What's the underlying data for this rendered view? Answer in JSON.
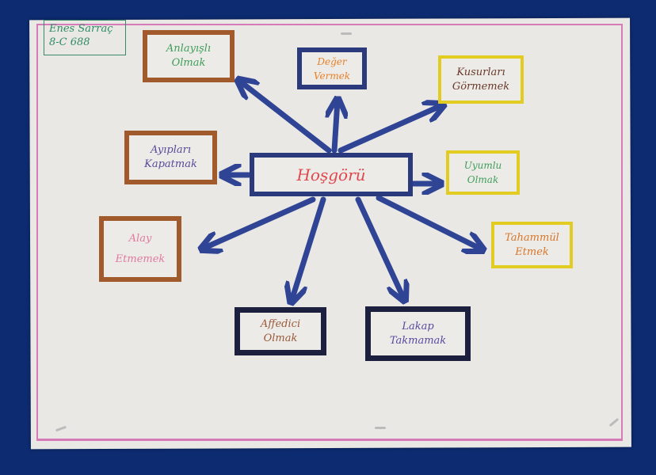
{
  "author": {
    "name": "Enes Sarraç",
    "class": "8-C 688"
  },
  "center": {
    "label": "Hoşgörü",
    "color": "#e0484f"
  },
  "nodes": [
    {
      "lines": [
        "Anlayışlı",
        "Olmak"
      ],
      "color": "#3f9e5a"
    },
    {
      "lines": [
        "Değer",
        "Vermek"
      ],
      "color": "#e8802a"
    },
    {
      "lines": [
        "Kusurları",
        "Görmemek"
      ],
      "color": "#6a3a2a"
    },
    {
      "lines": [
        "Ayıpları",
        "Kapatmak"
      ],
      "color": "#5a4a9a"
    },
    {
      "lines": [
        "Uyumlu",
        "Olmak"
      ],
      "color": "#3f9e5a"
    },
    {
      "lines": [
        "Alay",
        "Etmemek"
      ],
      "color": "#e07aa0"
    },
    {
      "lines": [
        "Tahammül",
        "Etmek"
      ],
      "color": "#d9762a"
    },
    {
      "lines": [
        "Affedici",
        "Olmak"
      ],
      "color": "#9a5a3a"
    },
    {
      "lines": [
        "Lakap",
        "Takmamak"
      ],
      "color": "#5a4aa0"
    }
  ],
  "colors": {
    "arrow": "#2f4494",
    "background": "#0d2b70",
    "paper": "#e9e8e4"
  }
}
